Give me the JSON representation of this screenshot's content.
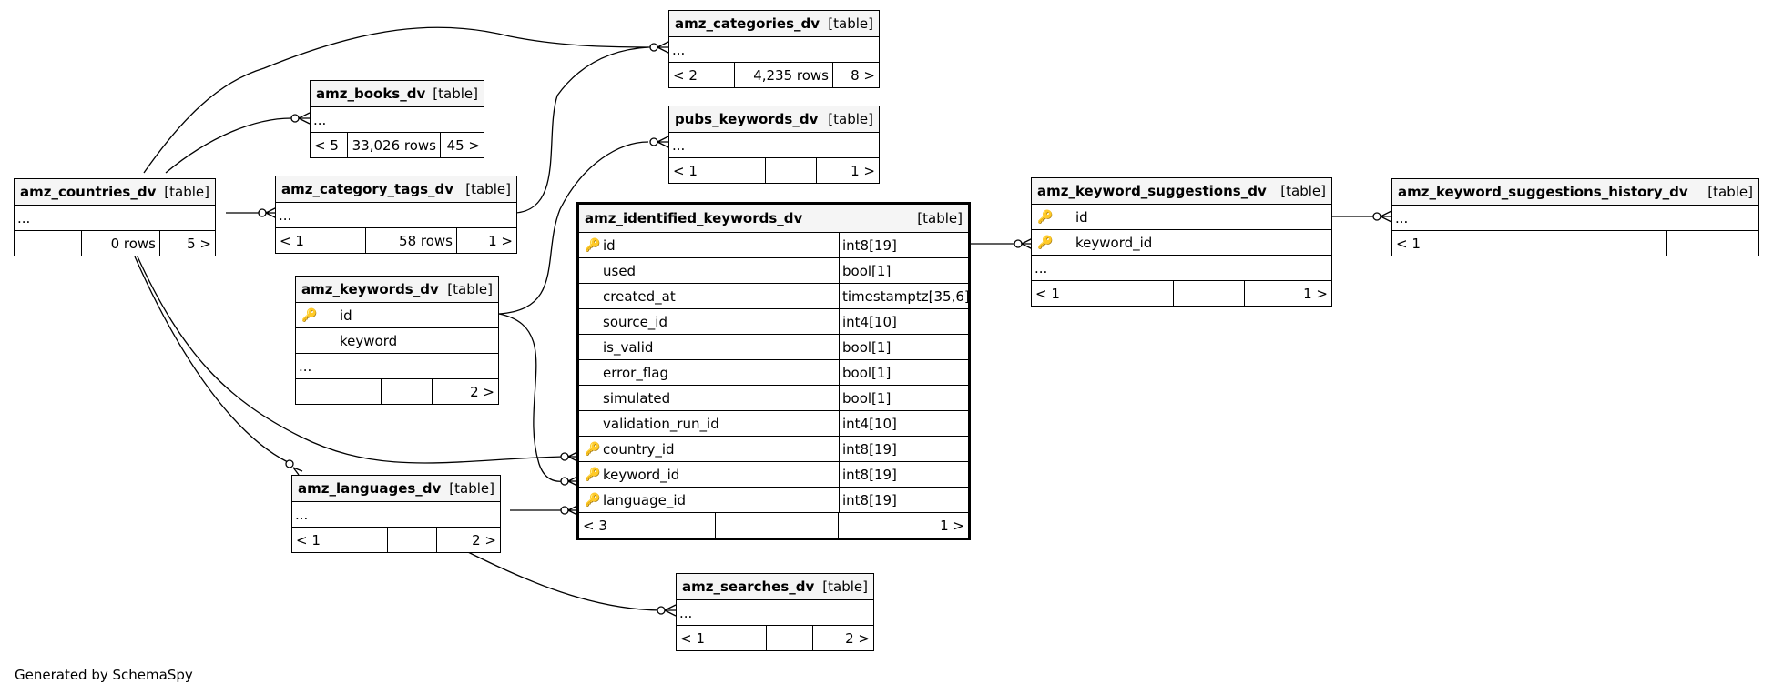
{
  "footer": "Generated by SchemaSpy",
  "tag": "[table]",
  "ellipsis": "...",
  "tables": {
    "amz_categories_dv": {
      "name": "amz_categories_dv",
      "stats": [
        "< 2",
        "4,235 rows",
        "8 >"
      ]
    },
    "amz_books_dv": {
      "name": "amz_books_dv",
      "stats": [
        "< 5",
        "33,026 rows",
        "45 >"
      ]
    },
    "pubs_keywords_dv": {
      "name": "pubs_keywords_dv",
      "stats": [
        "< 1",
        "",
        "1 >"
      ]
    },
    "amz_countries_dv": {
      "name": "amz_countries_dv",
      "stats": [
        "",
        "0 rows",
        "5 >"
      ]
    },
    "amz_category_tags_dv": {
      "name": "amz_category_tags_dv",
      "stats": [
        "< 1",
        "58 rows",
        "1 >"
      ]
    },
    "amz_keywords_dv": {
      "name": "amz_keywords_dv",
      "columns": [
        {
          "name": "id",
          "key": "pk"
        },
        {
          "name": "keyword",
          "key": ""
        }
      ],
      "stats": [
        "",
        "",
        "2 >"
      ]
    },
    "amz_languages_dv": {
      "name": "amz_languages_dv",
      "stats": [
        "< 1",
        "",
        "2 >"
      ]
    },
    "amz_searches_dv": {
      "name": "amz_searches_dv",
      "stats": [
        "< 1",
        "",
        "2 >"
      ]
    },
    "amz_identified_keywords_dv": {
      "name": "amz_identified_keywords_dv",
      "columns": [
        {
          "name": "id",
          "type": "int8[19]",
          "key": "pk"
        },
        {
          "name": "used",
          "type": "bool[1]",
          "key": ""
        },
        {
          "name": "created_at",
          "type": "timestamptz[35,6]",
          "key": ""
        },
        {
          "name": "source_id",
          "type": "int4[10]",
          "key": ""
        },
        {
          "name": "is_valid",
          "type": "bool[1]",
          "key": ""
        },
        {
          "name": "error_flag",
          "type": "bool[1]",
          "key": ""
        },
        {
          "name": "simulated",
          "type": "bool[1]",
          "key": ""
        },
        {
          "name": "validation_run_id",
          "type": "int4[10]",
          "key": ""
        },
        {
          "name": "country_id",
          "type": "int8[19]",
          "key": "fk"
        },
        {
          "name": "keyword_id",
          "type": "int8[19]",
          "key": "fk"
        },
        {
          "name": "language_id",
          "type": "int8[19]",
          "key": "fk"
        }
      ],
      "stats": [
        "< 3",
        "",
        "1 >"
      ]
    },
    "amz_keyword_suggestions_dv": {
      "name": "amz_keyword_suggestions_dv",
      "columns": [
        {
          "name": "id",
          "key": "pk"
        },
        {
          "name": "keyword_id",
          "key": "fk"
        }
      ],
      "stats": [
        "< 1",
        "",
        "1 >"
      ]
    },
    "amz_keyword_suggestions_history_dv": {
      "name": "amz_keyword_suggestions_history_dv",
      "stats": [
        "< 1",
        "",
        ""
      ]
    }
  },
  "icons": {
    "primary_key": "key-icon-gold",
    "foreign_key": "key-icon-gray"
  },
  "colors": {
    "header_bg": "#f5f5f5",
    "primary_key": "#e0c000",
    "foreign_key": "#aaaaaa"
  }
}
